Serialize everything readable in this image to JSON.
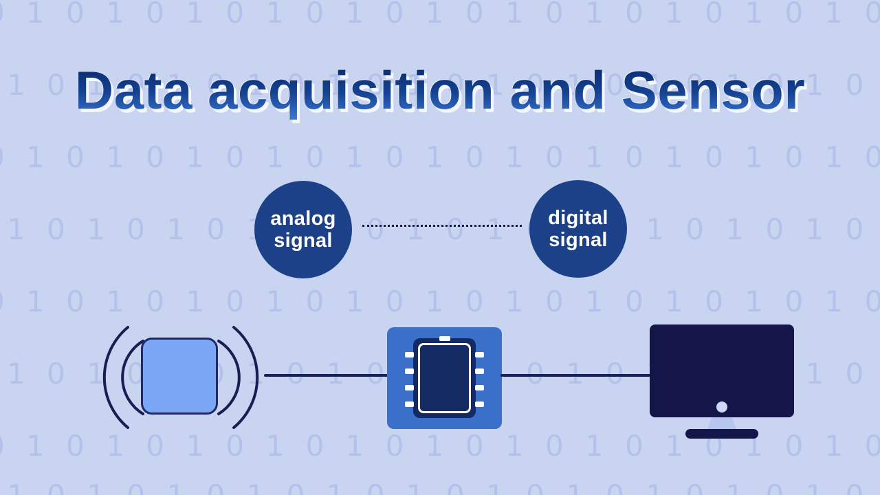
{
  "title": {
    "text": "Data acquisition and Sensor"
  },
  "background": {
    "binary_pattern": "0 1 0 1 0 1 0 1 0 1 0 1 0 1 0 1 0 1 0 1 0 1 0 1 0 1",
    "base_color": "#c9d4f1",
    "digit_color": "#b4c2eb"
  },
  "badges": {
    "analog": {
      "line1": "analog",
      "line2": "signal"
    },
    "digital": {
      "line1": "digital",
      "line2": "signal"
    }
  },
  "diagram": {
    "flow": [
      "sensor",
      "adc-chip",
      "computer"
    ],
    "icons": {
      "sensor": "sensor-waves-icon",
      "adc_chip": "chip-icon",
      "computer": "monitor-icon"
    },
    "colors": {
      "badge_blue": "#1c4189",
      "chip_frame_blue": "#3a70ca",
      "chip_body_navy": "#142a63",
      "sensor_fill_blue": "#7ba7f5",
      "monitor_navy": "#14164a",
      "connector_navy": "#1a2158",
      "title_gradient_top": "#0a2a6e",
      "title_gradient_bottom": "#3e7bd9"
    }
  }
}
